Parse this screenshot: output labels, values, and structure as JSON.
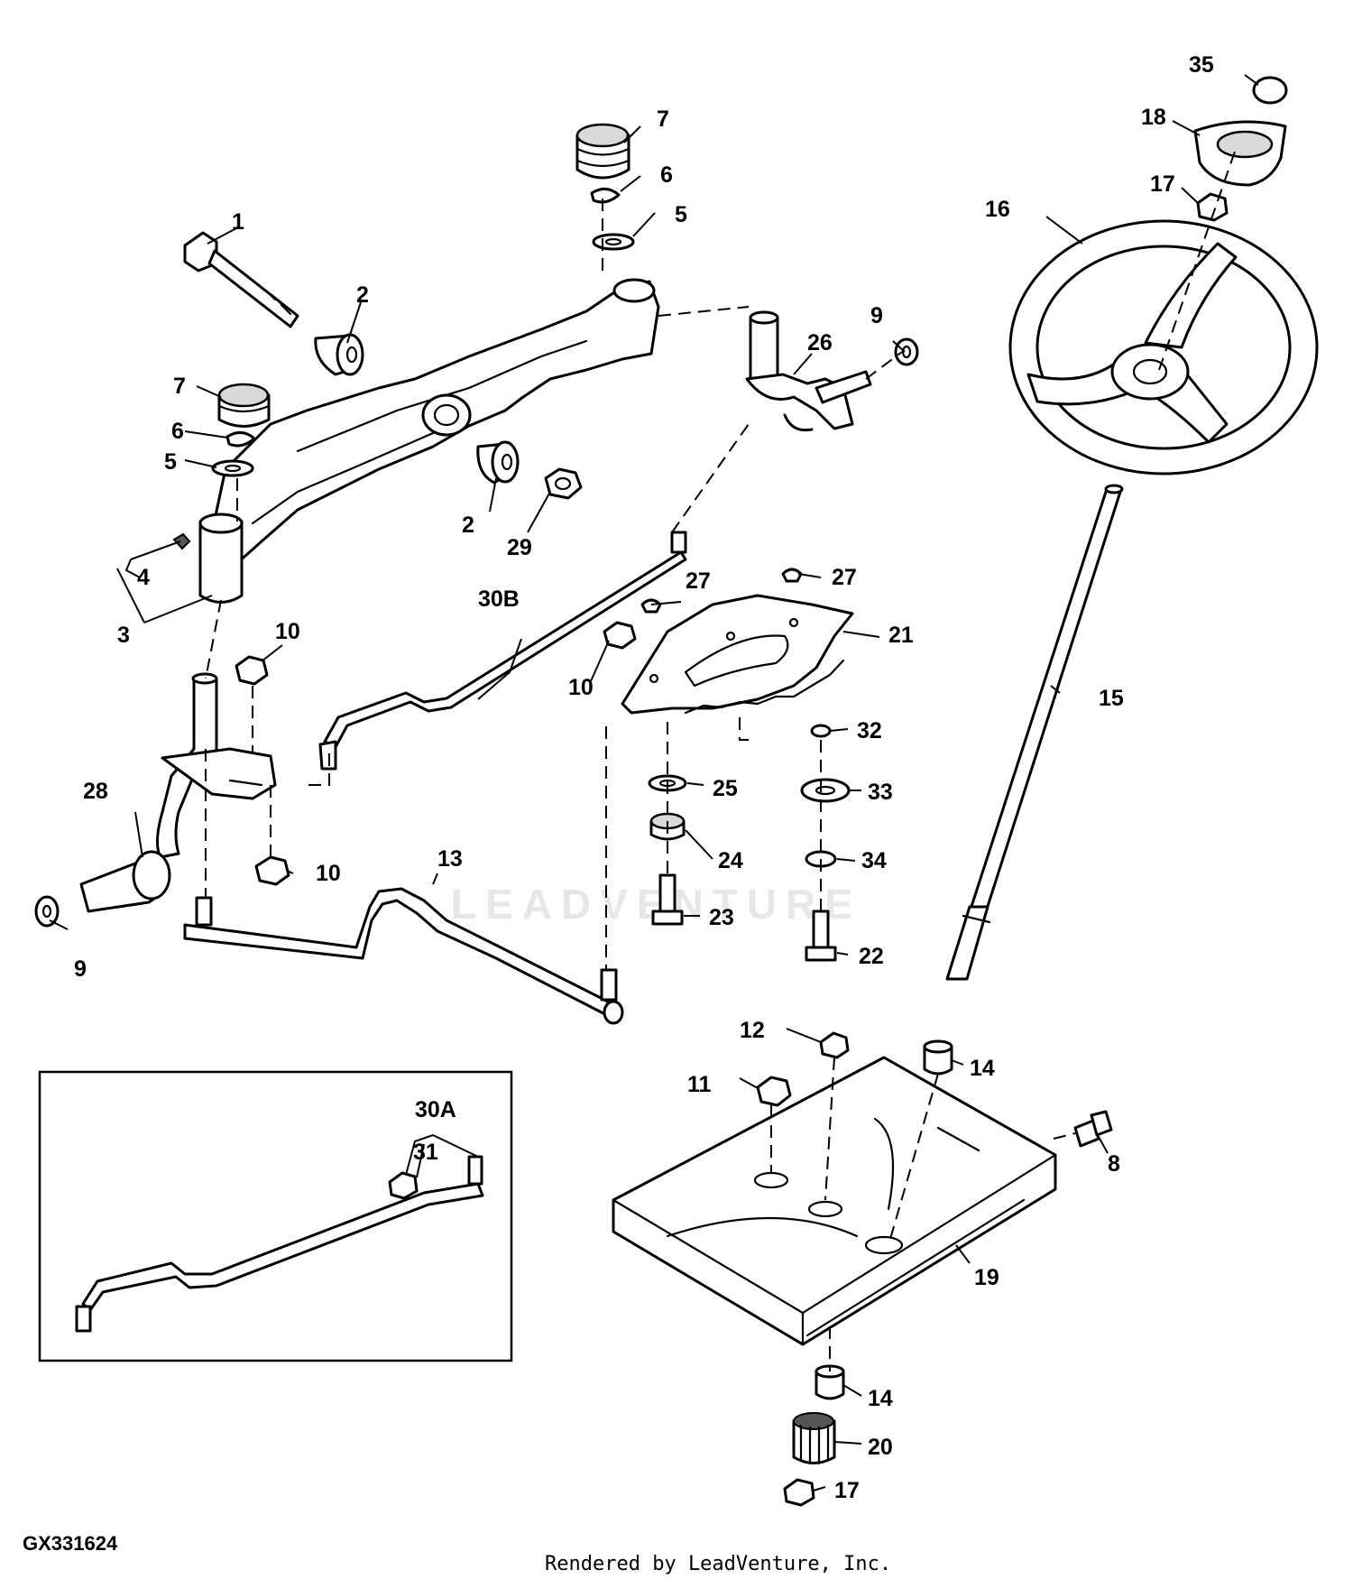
{
  "diagram": {
    "figure_code": "GX331624",
    "footer": "Rendered by LeadVenture, Inc.",
    "watermark": "LEADVENTURE",
    "callouts": {
      "c1": "1",
      "c2a": "2",
      "c2b": "2",
      "c3": "3",
      "c4": "4",
      "c5a": "5",
      "c5b": "5",
      "c6a": "6",
      "c6b": "6",
      "c7a": "7",
      "c7b": "7",
      "c8": "8",
      "c9a": "9",
      "c9b": "9",
      "c10a": "10",
      "c10b": "10",
      "c10c": "10",
      "c11": "11",
      "c12": "12",
      "c13": "13",
      "c14a": "14",
      "c14b": "14",
      "c15": "15",
      "c16": "16",
      "c17a": "17",
      "c17b": "17",
      "c18": "18",
      "c19": "19",
      "c20": "20",
      "c21": "21",
      "c22": "22",
      "c23": "23",
      "c24": "24",
      "c25": "25",
      "c26": "26",
      "c27a": "27",
      "c27b": "27",
      "c28": "28",
      "c29": "29",
      "c30a": "30A",
      "c30b": "30B",
      "c31": "31",
      "c32": "32",
      "c33": "33",
      "c34": "34",
      "c35": "35"
    }
  }
}
